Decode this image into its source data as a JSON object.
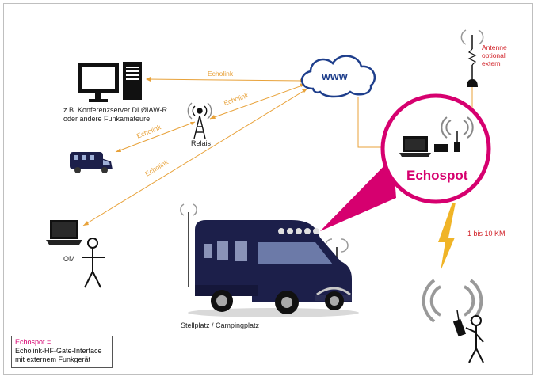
{
  "labels": {
    "cloud": "www",
    "echolink_server": "Echolink",
    "echolink_relais": "Echolink",
    "echolink_mobile": "Echolink",
    "echolink_om": "Echolink",
    "server_line1": "z.B. Konferenzserver DLØIAW-R",
    "server_line2": "oder andere Funkamateure",
    "relais": "Relais",
    "om": "OM",
    "antenna_line1": "Antenne",
    "antenna_line2": "optional",
    "antenna_line3": "extern",
    "echospot": "Echospot",
    "range": "1 bis 10 KM",
    "stellplatz": "Stellplatz / Campingplatz"
  },
  "legend": {
    "title": "Echospot =",
    "line1": "Echolink-HF-Gate-Interface",
    "line2": "mit externem Funkgerät"
  },
  "colors": {
    "link": "#e8a23a",
    "accent": "#d6006f",
    "antenna_text": "#d2232a",
    "cloud": "#1f3f8c",
    "vehicle": "#1c1f4a"
  },
  "icons": [
    "desktop-computer-icon",
    "cloud-icon",
    "radio-tower-icon",
    "camper-van-icon",
    "laptop-icon",
    "person-icon",
    "antenna-icon",
    "lightning-icon",
    "handheld-radio-icon"
  ]
}
